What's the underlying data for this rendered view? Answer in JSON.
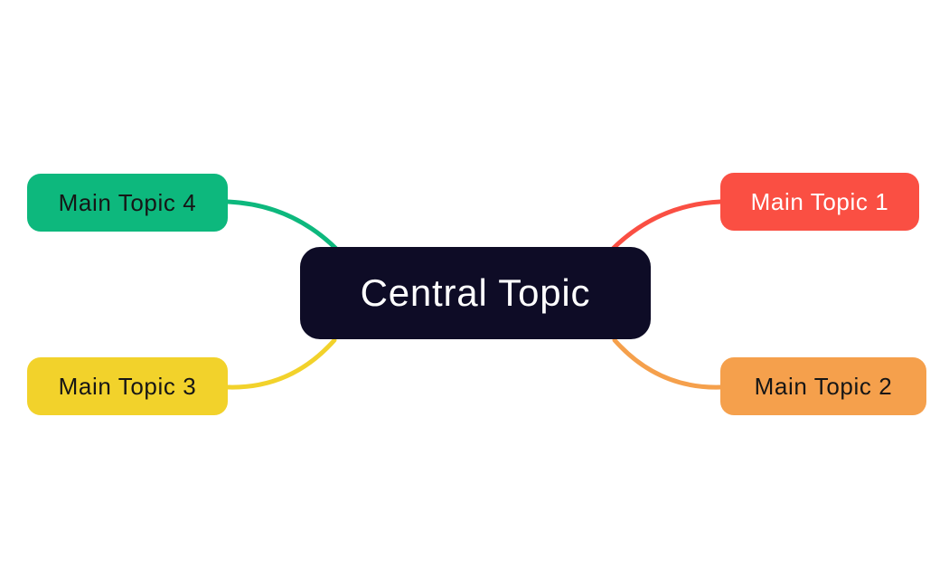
{
  "canvas": {
    "background": "#ffffff"
  },
  "central": {
    "label": "Central Topic",
    "color": "#0e0c26",
    "text_color": "#ffffff"
  },
  "topics": [
    {
      "label": "Main Topic 1",
      "color": "#fa4f43",
      "text_color": "#ffffff",
      "position": "top-right"
    },
    {
      "label": "Main Topic 2",
      "color": "#f5a04c",
      "text_color": "#161616",
      "position": "bottom-right"
    },
    {
      "label": "Main Topic 3",
      "color": "#f2d22b",
      "text_color": "#161616",
      "position": "bottom-left"
    },
    {
      "label": "Main Topic 4",
      "color": "#0db87d",
      "text_color": "#161616",
      "position": "top-left"
    }
  ]
}
